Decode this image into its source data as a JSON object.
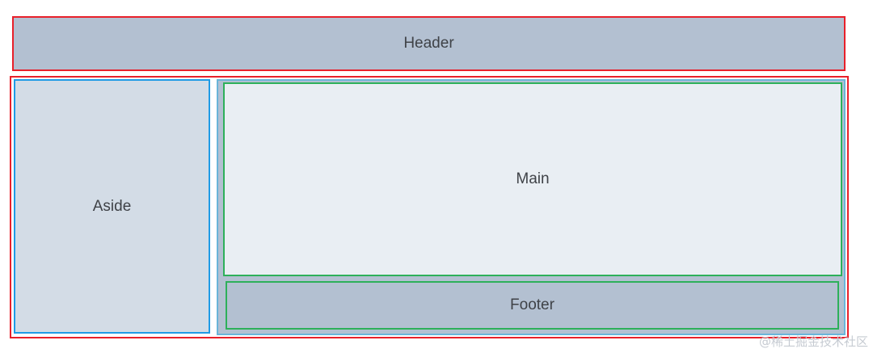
{
  "layout_diagram": {
    "header": {
      "label": "Header"
    },
    "aside": {
      "label": "Aside"
    },
    "main": {
      "label": "Main"
    },
    "footer": {
      "label": "Footer"
    }
  },
  "watermark": {
    "text": "@稀土掘金技术社区"
  },
  "colors": {
    "outer_border": "#e8202a",
    "aside_border": "#1f9be6",
    "inner_container_border": "#6ab5d9",
    "main_footer_border": "#2db05a",
    "header_footer_fill": "#b3c0d1",
    "aside_fill": "#d3dce6",
    "main_fill": "#e9eef3"
  }
}
